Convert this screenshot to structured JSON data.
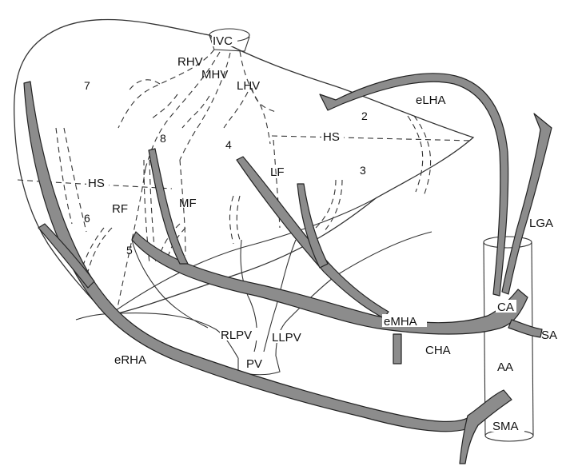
{
  "labels": {
    "ivc": "IVC",
    "rhv": "RHV",
    "mhv": "MHV",
    "lhv": "LHV",
    "hs_upper": "HS",
    "hs_lower": "HS",
    "rf": "RF",
    "mf": "MF",
    "lf": "LF",
    "elha": "eLHA",
    "lga": "LGA",
    "emha": "eMHA",
    "cha": "CHA",
    "ca": "CA",
    "sa": "SA",
    "aa": "AA",
    "sma": "SMA",
    "rlpv": "RLPV",
    "llpv": "LLPV",
    "pv": "PV",
    "erha": "eRHA"
  },
  "segments": {
    "s2": "2",
    "s3": "3",
    "s4": "4",
    "s5": "5",
    "s6": "6",
    "s7": "7",
    "s8": "8"
  }
}
